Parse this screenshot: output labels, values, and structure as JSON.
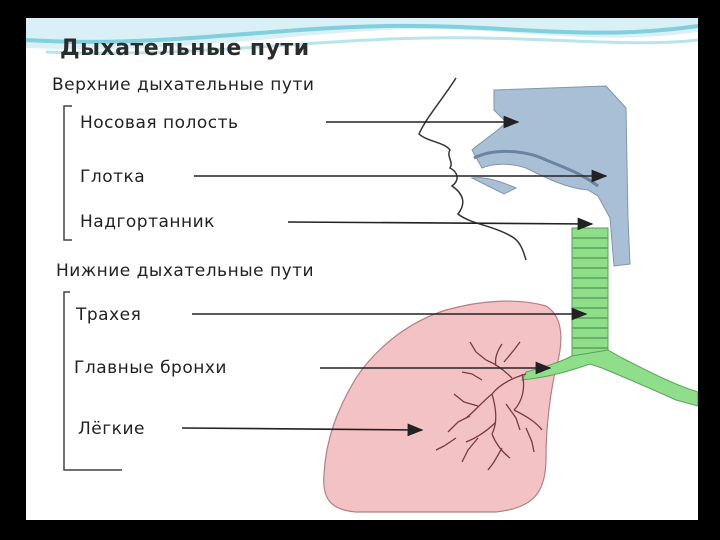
{
  "title": "Дыхательные пути",
  "upper": {
    "heading": "Верхние дыхательные пути",
    "labels": [
      "Носовая полость",
      "Глотка",
      "Надгортанник"
    ]
  },
  "lower": {
    "heading": "Нижние дыхательные пути",
    "labels": [
      "Трахея",
      "Главные бронхи",
      "Лёгкие"
    ]
  },
  "colors": {
    "airway": "#a9bfd6",
    "trachea": "#8fdf8a",
    "lung": "#f3c2c5",
    "swoosh": "#6cc7d8"
  }
}
